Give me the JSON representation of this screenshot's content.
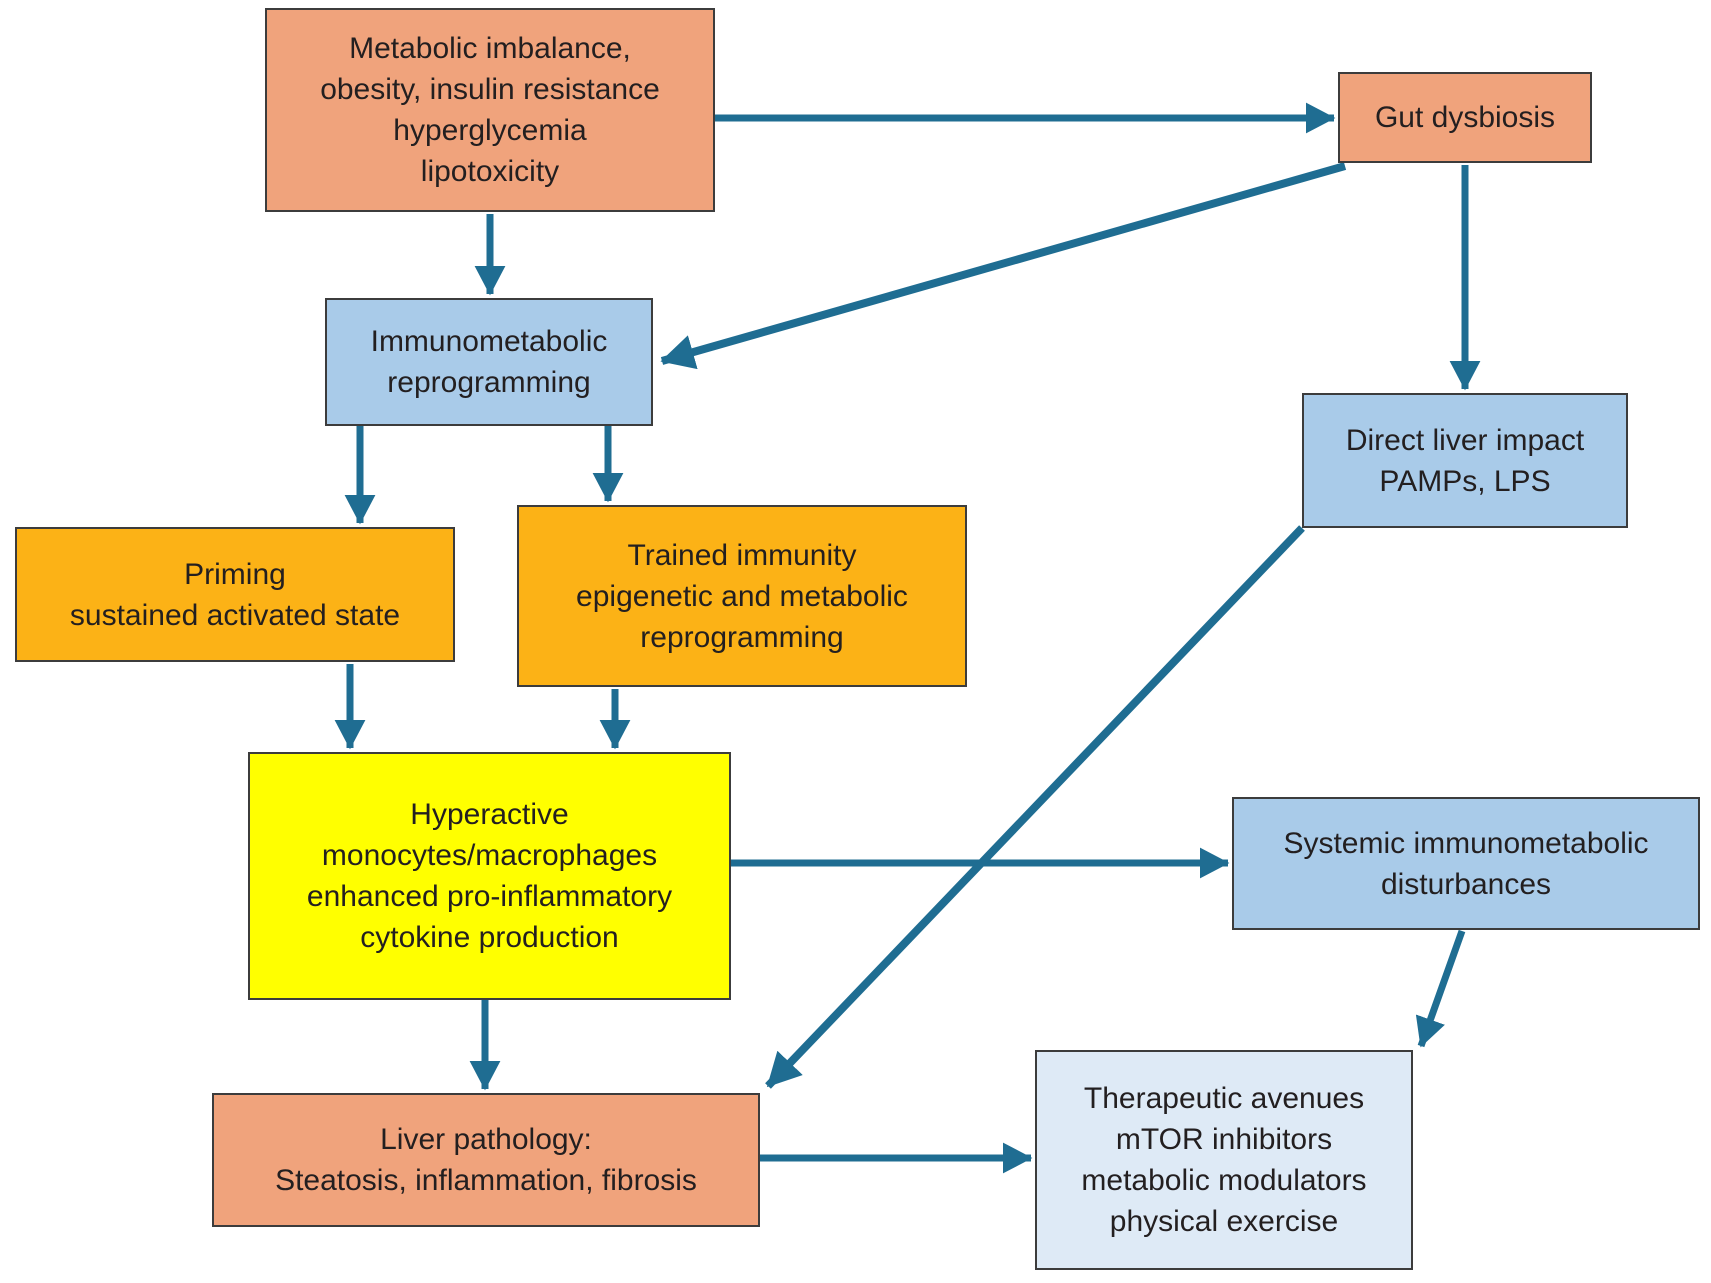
{
  "diagram": {
    "title": "",
    "background_color": "#ffffff",
    "arrow_color": "#1f6d92",
    "border_color": "#3c3c3c",
    "text_color": "#231f20",
    "nodes": {
      "metabolic": {
        "label": "Metabolic imbalance,\nobesity, insulin resistance\nhyperglycemia\nlipotoxicity",
        "fill": "#f0a37c"
      },
      "gut": {
        "label": "Gut dysbiosis",
        "fill": "#f0a37c"
      },
      "immuno": {
        "label": "Immunometabolic\nreprogramming",
        "fill": "#a9cbe9"
      },
      "direct": {
        "label": "Direct liver impact\nPAMPs, LPS",
        "fill": "#a9cbe9"
      },
      "priming": {
        "label": "Priming\nsustained activated state",
        "fill": "#fcb216"
      },
      "trained": {
        "label": "Trained immunity\nepigenetic and metabolic\nreprogramming",
        "fill": "#fcb216"
      },
      "hyperactive": {
        "label": "Hyperactive\nmonocytes/macrophages\nenhanced pro-inflammatory\ncytokine production",
        "fill": "#ffff00"
      },
      "systemic": {
        "label": "Systemic immunometabolic\ndisturbances",
        "fill": "#a9cbe9"
      },
      "liver": {
        "label": "Liver pathology:\nSteatosis, inflammation, fibrosis",
        "fill": "#f0a37c"
      },
      "therapeutic": {
        "label": "Therapeutic avenues\nmTOR inhibitors\nmetabolic modulators\nphysical exercise",
        "fill": "#deeaf6"
      }
    },
    "edges": [
      {
        "from": "metabolic",
        "to": "gut"
      },
      {
        "from": "metabolic",
        "to": "immuno"
      },
      {
        "from": "gut",
        "to": "immuno"
      },
      {
        "from": "gut",
        "to": "direct"
      },
      {
        "from": "immuno",
        "to": "priming"
      },
      {
        "from": "immuno",
        "to": "trained"
      },
      {
        "from": "priming",
        "to": "hyperactive"
      },
      {
        "from": "trained",
        "to": "hyperactive"
      },
      {
        "from": "hyperactive",
        "to": "systemic"
      },
      {
        "from": "hyperactive",
        "to": "liver"
      },
      {
        "from": "direct",
        "to": "liver"
      },
      {
        "from": "systemic",
        "to": "therapeutic"
      },
      {
        "from": "liver",
        "to": "therapeutic"
      }
    ]
  }
}
